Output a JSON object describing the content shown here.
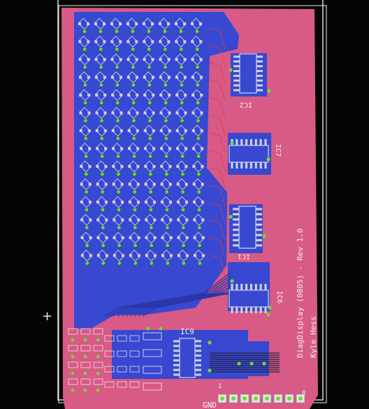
{
  "board": {
    "title": "DiagDisplay (0805) - Rev 1.0",
    "author": "Kyle Hess",
    "labels": [
      "IC2",
      "IC7",
      "IC1",
      "IC6",
      "IC9"
    ],
    "connector_label": "GND",
    "pin_number_start": "1",
    "pin_number_end": "8"
  },
  "colors": {
    "background": "#050505",
    "frame": "#d9d9d9",
    "board_fill": "#d85a86",
    "top_copper": "#3848d0",
    "silkscreen": "#f2f2f2",
    "via": "#6cdc38",
    "pad": "#cfd3e0"
  },
  "view": {
    "cursor_glyph": "+"
  }
}
